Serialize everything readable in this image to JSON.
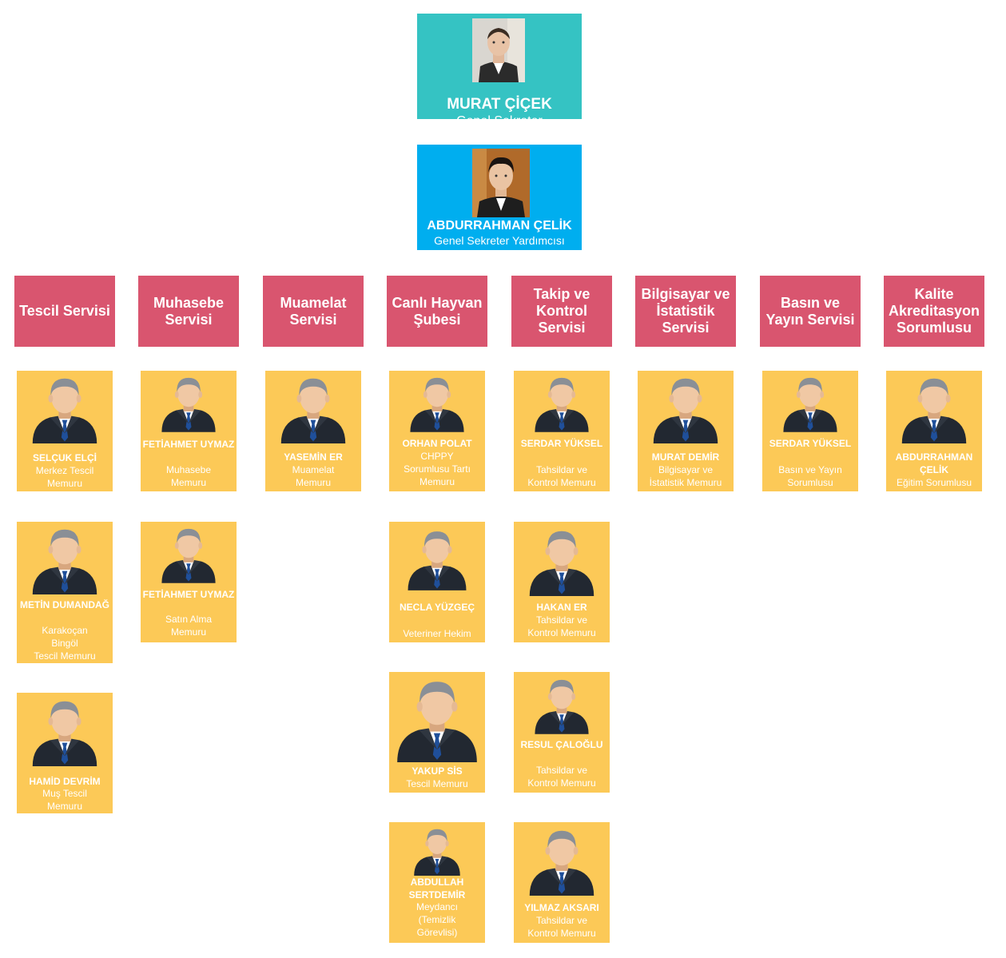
{
  "top": {
    "secretary": {
      "name": "MURAT ÇİÇEK",
      "title": "Genel Sekreter"
    },
    "assistant": {
      "name": "ABDURRAHMAN ÇELİK",
      "title": "Genel Sekreter Yardımcısı"
    }
  },
  "departments": [
    "Tescil Servisi",
    "Muhasebe Servisi",
    "Muamelat Servisi",
    "Canlı Hayvan Şubesi",
    "Takip ve Kontrol Servisi",
    "Bilgisayar ve İstatistik Servisi",
    "Basın ve Yayın Servisi",
    "Kalite Akreditasyon Sorumlusu"
  ],
  "staff": {
    "c0r0": {
      "name": "SELÇUK ELÇİ",
      "role": "Merkez Tescil\nMemuru"
    },
    "c0r1": {
      "name": "METİN DUMANDAĞ",
      "role": "Karakoçan\nBingöl\nTescil Memuru"
    },
    "c0r2": {
      "name": "HAMİD DEVRİM",
      "role": "Muş Tescil\nMemuru"
    },
    "c1r0": {
      "name": "FETİAHMET UYMAZ",
      "role": "Muhasebe\nMemuru"
    },
    "c1r1": {
      "name": "FETİAHMET UYMAZ",
      "role": "Satın Alma\nMemuru"
    },
    "c2r0": {
      "name": "YASEMİN ER",
      "role": "Muamelat\nMemuru"
    },
    "c3r0": {
      "name": "ORHAN POLAT",
      "role": "CHPPY\nSorumlusu Tartı\nMemuru"
    },
    "c3r1": {
      "name": "NECLA YÜZGEÇ",
      "role": "Veteriner Hekim"
    },
    "c3r2": {
      "name": "YAKUP SİS",
      "role": "Tescil Memuru"
    },
    "c3r3": {
      "name": "ABDULLAH SERTDEMİR",
      "role": "Meydancı\n(Temizlik\nGörevlisi)"
    },
    "c4r0": {
      "name": "SERDAR YÜKSEL",
      "role": "Tahsildar ve\nKontrol Memuru"
    },
    "c4r1": {
      "name": "HAKAN ER",
      "role": "Tahsildar ve\nKontrol Memuru"
    },
    "c4r2": {
      "name": "RESUL ÇALOĞLU",
      "role": "Tahsildar ve\nKontrol Memuru"
    },
    "c4r3": {
      "name": "YILMAZ AKSARI",
      "role": "Tahsildar ve\nKontrol Memuru"
    },
    "c5r0": {
      "name": "MURAT DEMİR",
      "role": "Bilgisayar ve\nİstatistik Memuru"
    },
    "c6r0": {
      "name": "SERDAR YÜKSEL",
      "role": "Basın ve Yayın\nSorumlusu"
    },
    "c7r0": {
      "name": "ABDURRAHMAN ÇELİK",
      "role": "Eğitim Sorumlusu"
    }
  },
  "colors": {
    "secretary_bg": "#35c3c3",
    "assistant_bg": "#00aeef",
    "department_bg": "#d9556f",
    "staff_bg": "#fcc957"
  },
  "icons": {
    "staff_avatar": "businessman-avatar-icon"
  }
}
